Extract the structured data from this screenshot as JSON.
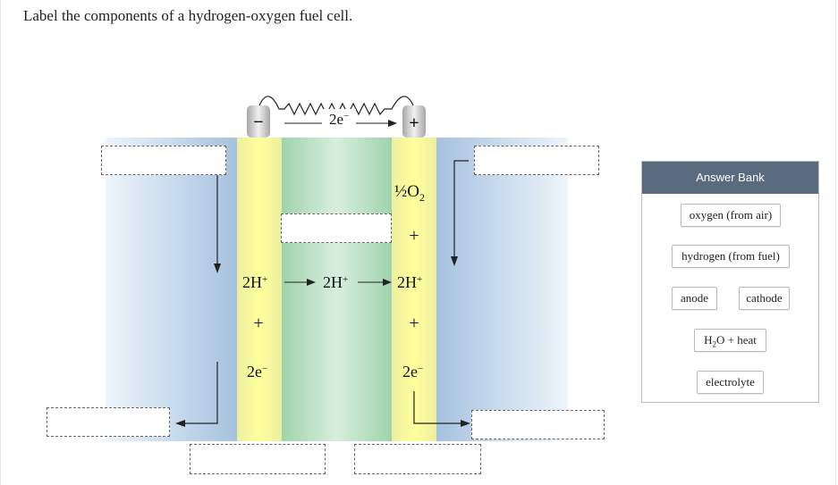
{
  "prompt": "Label the components of a hydrogen-oxygen fuel cell.",
  "diagram": {
    "minus_sign": "−",
    "plus_sign": "+",
    "wire_label": "2e",
    "wire_label_sup": "−",
    "half": "½",
    "o2_main": "O",
    "o2_sub": "2",
    "plus": "+",
    "h_plus_left": "2H",
    "h_plus_mid": "2H",
    "h_plus_right": "2H",
    "h_plus_sup": "+",
    "electrons_left": "2e",
    "electrons_right": "2e",
    "electrons_sup": "−"
  },
  "answer_bank": {
    "title": "Answer Bank",
    "oxygen": "oxygen (from air)",
    "hydrogen": "hydrogen (from fuel)",
    "anode": "anode",
    "cathode": "cathode",
    "water_h": "H",
    "water_sub": "2",
    "water_rest": "O + heat",
    "electrolyte": "electrolyte"
  },
  "colors": {
    "header": "#5a6b80",
    "electrode": "#ffff9a",
    "electrolyte": "#bfe3c8",
    "gas_channel": "#b9cfe6"
  }
}
